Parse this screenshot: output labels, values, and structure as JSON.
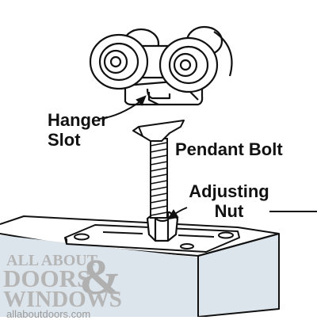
{
  "labels": {
    "hanger_line1": "Hanger",
    "hanger_line2": "Slot",
    "pendant": "Pendant Bolt",
    "adjusting_line1": "Adjusting",
    "adjusting_line2": "Nut"
  },
  "logo": {
    "line1": "ALL ABOUT",
    "line2": "DOORS",
    "ampersand": "&",
    "line3": "WINDOWS",
    "url": "allaboutdoors.com"
  },
  "colors": {
    "ink": "#111111",
    "door_shade": "#dde5ec",
    "watermark": "#b5b5b5"
  }
}
